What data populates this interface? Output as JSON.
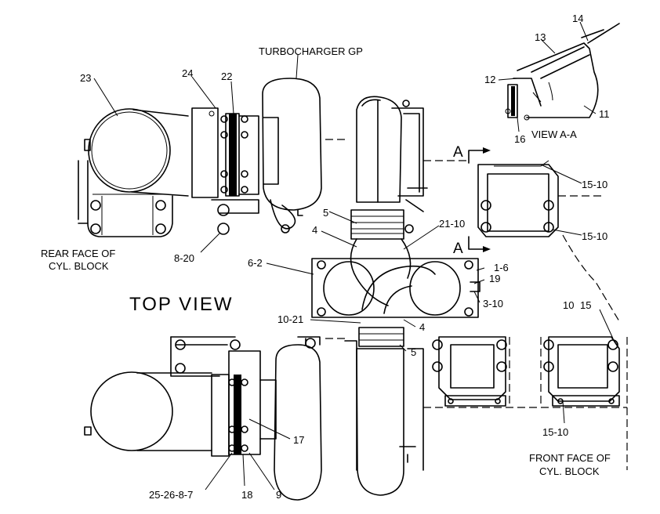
{
  "title": "TOP VIEW",
  "group_label": "TURBOCHARGER GP",
  "view_label": "VIEW A-A",
  "section_marks": [
    "A",
    "A"
  ],
  "rear_face": [
    "REAR FACE OF",
    "CYL. BLOCK"
  ],
  "front_face": [
    "FRONT FACE OF",
    "CYL. BLOCK"
  ],
  "callouts": {
    "c23": "23",
    "c24": "24",
    "c22": "22",
    "c14": "14",
    "c13": "13",
    "c12": "12",
    "c11": "11",
    "c16": "16",
    "c15_10a": "15-10",
    "c15_10b": "15-10",
    "c5a": "5",
    "c4a": "4",
    "c21_10": "21-10",
    "c8_20": "8-20",
    "c6_2": "6-2",
    "c1_6": "1-6",
    "c19": "19",
    "c3_10": "3-10",
    "c10_21": "10-21",
    "c4b": "4",
    "c5b": "5",
    "c10": "10",
    "c15": "15",
    "c15_10c": "15-10",
    "c17": "17",
    "c25": "25-26-8-7",
    "c18": "18",
    "c9": "9"
  }
}
